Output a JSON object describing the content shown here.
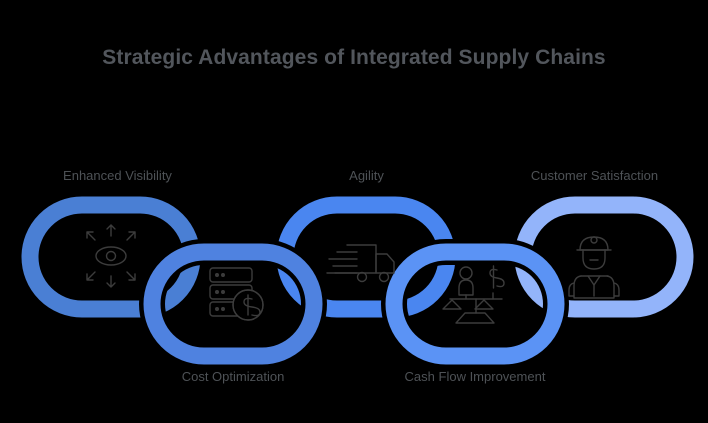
{
  "page": {
    "background_color": "#000000",
    "title": "Strategic Advantages of Integrated Supply Chains",
    "title_color": "#52565c"
  },
  "chain": {
    "label_color": "#4e5256",
    "links": [
      {
        "id": "link-enhanced-visibility",
        "label": "Enhanced Visibility",
        "label_position": "top",
        "color": "#4a7fd4",
        "icon": "eye-expand-icon",
        "icon_color": "#3c3c3c",
        "row": "upper",
        "order": 1
      },
      {
        "id": "link-cost-optimization",
        "label": "Cost Optimization",
        "label_position": "bottom",
        "color": "#4f82e0",
        "icon": "server-dollar-icon",
        "icon_color": "#3c3c3c",
        "row": "lower",
        "order": 2
      },
      {
        "id": "link-agility",
        "label": "Agility",
        "label_position": "top",
        "color": "#4a86f0",
        "icon": "delivery-truck-icon",
        "icon_color": "#3c3c3c",
        "row": "upper",
        "order": 3
      },
      {
        "id": "link-cash-flow-improvement",
        "label": "Cash Flow Improvement",
        "label_position": "bottom",
        "color": "#5b93f5",
        "icon": "balance-scale-icon",
        "icon_color": "#3c3c3c",
        "row": "lower",
        "order": 4
      },
      {
        "id": "link-customer-satisfaction",
        "label": "Customer Satisfaction",
        "label_position": "top",
        "color": "#93b4fa",
        "icon": "delivery-person-icon",
        "icon_color": "#3c3c3c",
        "row": "upper",
        "order": 5
      }
    ]
  }
}
